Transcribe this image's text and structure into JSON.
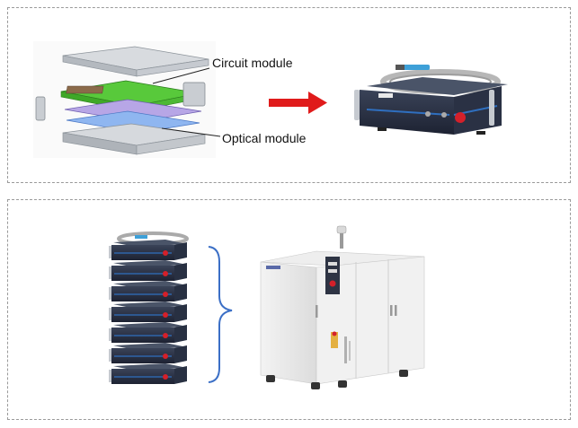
{
  "top_panel": {
    "labels": {
      "circuit": "Circuit module",
      "optical": "Optical module"
    },
    "arrow_color": "#e01b1b",
    "accent_color": "#2f6fbf"
  },
  "bottom_panel": {
    "stacked_unit_count": 7,
    "brace_color": "#3b6fc6"
  },
  "icons": [
    "exploded-module-diagram",
    "laser-source-unit-icon",
    "stacked-laser-units-icon",
    "cabinet-laser-system-icon",
    "brace-icon",
    "right-arrow-icon"
  ]
}
